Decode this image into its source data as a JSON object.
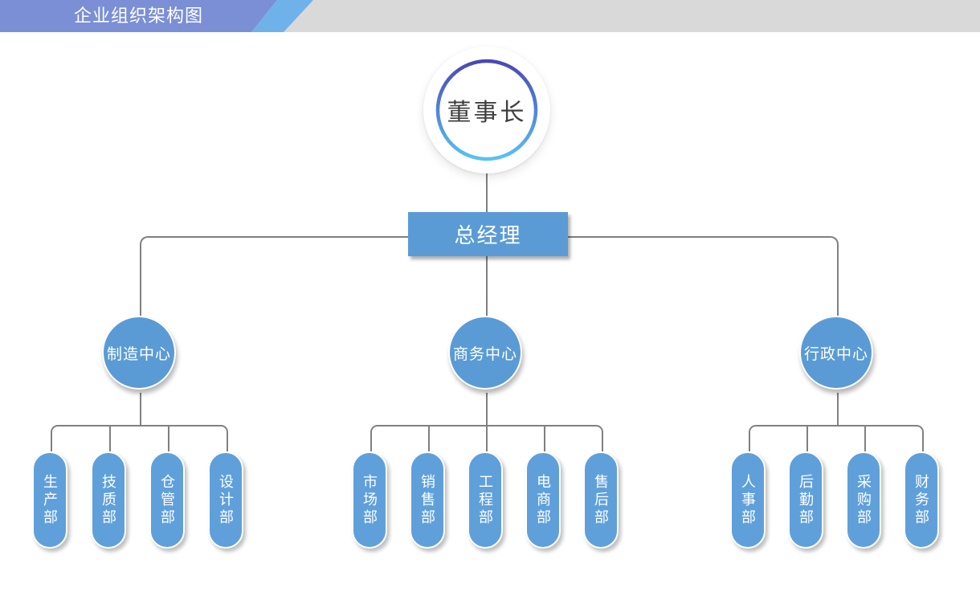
{
  "header": {
    "title": "企业组织架构图"
  },
  "org": {
    "chairman": "董事长",
    "general_manager": "总经理",
    "centers": [
      {
        "label": "制造中心",
        "departments": [
          "生产部",
          "技质部",
          "仓管部",
          "设计部"
        ]
      },
      {
        "label": "商务中心",
        "departments": [
          "市场部",
          "销售部",
          "工程部",
          "电商部",
          "售后部"
        ]
      },
      {
        "label": "行政中心",
        "departments": [
          "人事部",
          "后勤部",
          "采购部",
          "财务部"
        ]
      }
    ]
  },
  "colors": {
    "header_accent": "#7B8FD6",
    "header_stripe": "#6FB2EA",
    "header_bar": "#D9D9D9",
    "node_blue": "#5B9BD5",
    "department_blue": "#5FA0DB",
    "connector_gray": "#808080",
    "ring_gradient_top": "#4B46B4",
    "ring_gradient_bottom": "#58C2F2",
    "chairman_text": "#3F3F3F"
  }
}
